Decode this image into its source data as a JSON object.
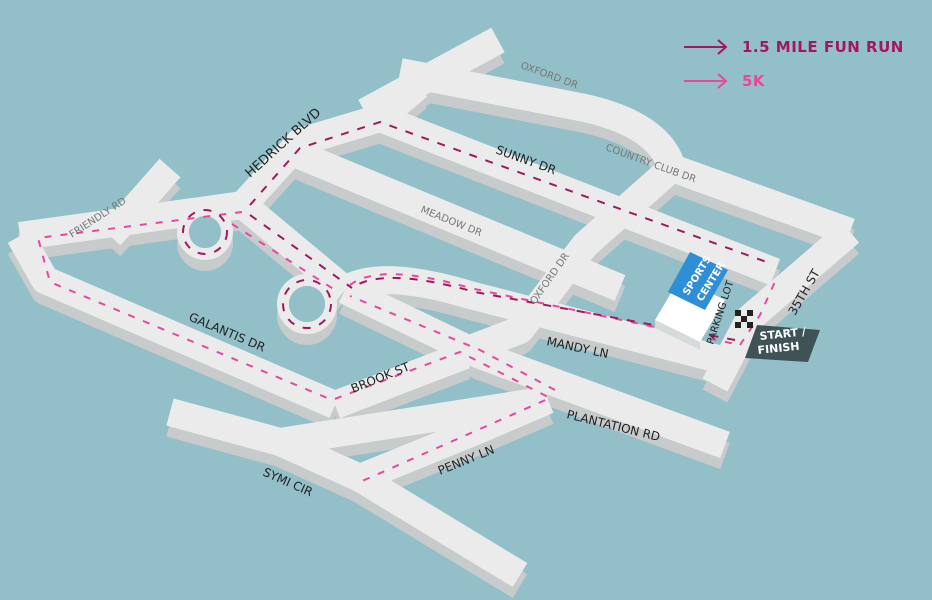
{
  "colors": {
    "water": "#92bfc8",
    "road_top": "#ebebeb",
    "road_side": "#c7cbcc",
    "fun_run": "#a2185e",
    "five_k": "#e6489c",
    "badge": "#3f5256",
    "sports_center": "#2f8fd6"
  },
  "legend": {
    "fun_run_label": "1.5 MILE FUN RUN",
    "five_k_label": "5K"
  },
  "streets": {
    "oxford_dr_north": "OXFORD DR",
    "country_club_dr": "COUNTRY CLUB DR",
    "hedrick_blvd": "HEDRICK  BLVD",
    "sunny_dr": "SUNNY DR",
    "friendly_rd": "FRIENDLY RD",
    "meadow_dr": "MEADOW DR",
    "oxford_dr_south": "OXFORD DR",
    "thirty_fifth_st": "35TH ST",
    "galantis_dr": "GALANTIS DR",
    "mandy_ln": "MANDY LN",
    "brook_st": "BROOK ST",
    "plantation_rd": "PLANTATION RD",
    "symi_cir": "SYMI CIR",
    "penny_ln": "PENNY LN",
    "parking_lot": "PARKING LOT"
  },
  "sports_center": {
    "line1": "SPORTS",
    "line2": "CENTER"
  },
  "start_badge": {
    "line1": "START /",
    "line2": "FINISH"
  }
}
